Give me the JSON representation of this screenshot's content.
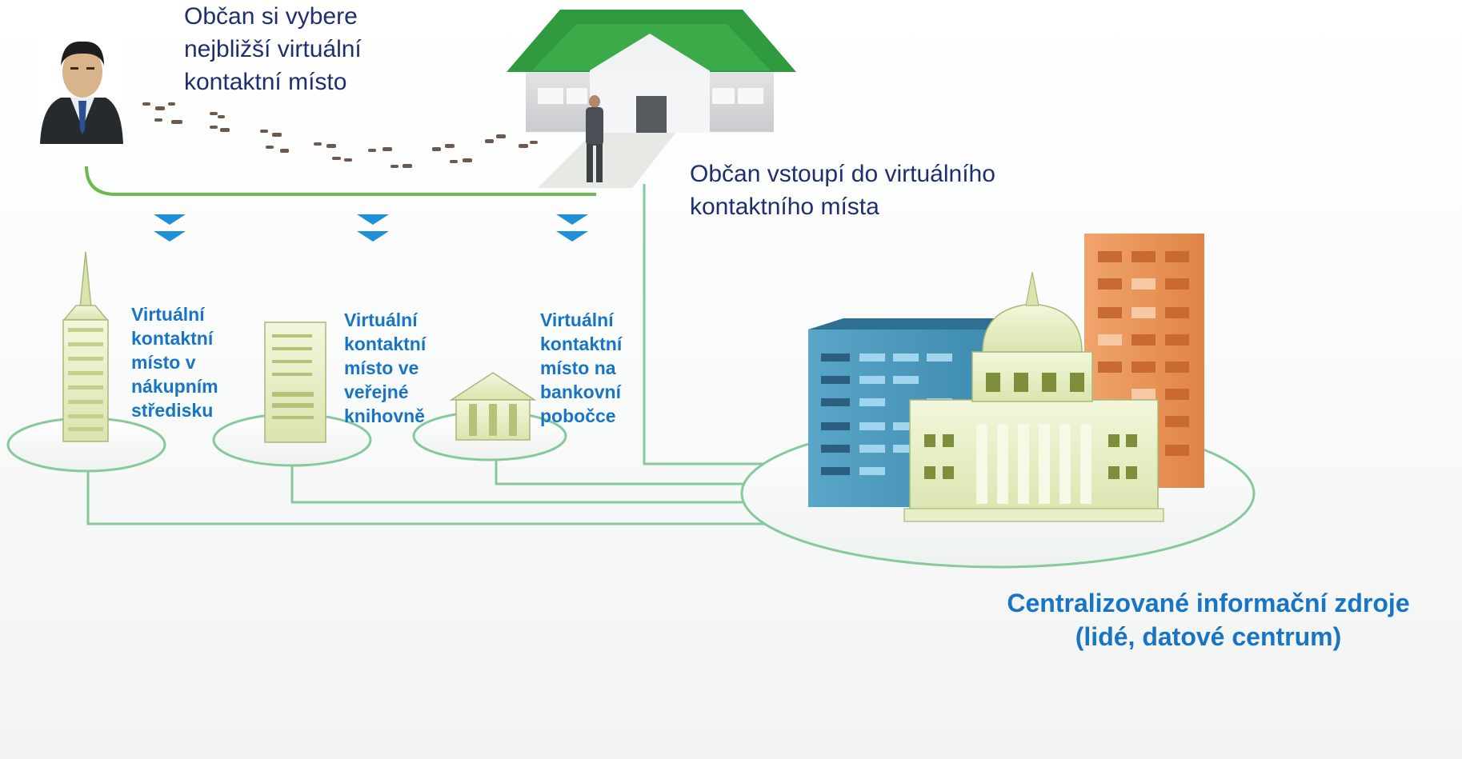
{
  "citizen_choose_text": [
    "Občan si vybere",
    "nejbližší virtuální",
    "kontaktní místo"
  ],
  "citizen_enter_text": [
    "Občan vstoupí do virtuálního",
    "kontaktního místa"
  ],
  "points": [
    {
      "label": [
        "Virtuální",
        "kontaktní",
        "místo v",
        "nákupním",
        "středisku"
      ]
    },
    {
      "label": [
        "Virtuální",
        "kontaktní",
        "místo ve",
        "veřejné",
        "knihovně"
      ]
    },
    {
      "label": [
        "Virtuální",
        "kontaktní",
        "místo na",
        "bankovní",
        "pobočce"
      ]
    }
  ],
  "central": [
    "Centralizované informační zdroje",
    "(lidé, datové centrum)"
  ],
  "colors": {
    "connector_green": "#86c99c",
    "path_green": "#6cba4a",
    "roof_green": "#2f9a3e",
    "arrow_blue": "#1e90d6",
    "text_blue": "#1875c4",
    "text_dark": "#1f2f6e"
  }
}
